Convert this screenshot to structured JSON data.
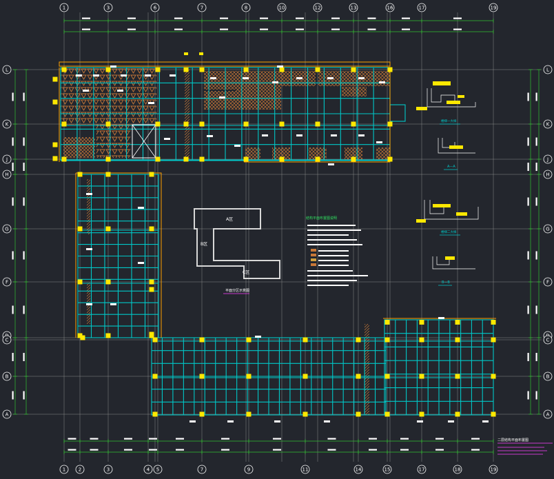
{
  "canvas": {
    "background": "#23262d"
  },
  "colors": {
    "grid": "#8a8a8a",
    "dim": "#30c030",
    "beam": "#00c8c8",
    "column": "#ffe800",
    "outline": "#ffa000",
    "hatch": "#c87838",
    "text": "#ffffff",
    "magenta": "#ff40ff",
    "keyplan": "#d8d8d8"
  },
  "axes": {
    "top": [
      "1",
      "3",
      "6",
      "7",
      "8",
      "10",
      "12",
      "13",
      "16",
      "17",
      "19"
    ],
    "bottom": [
      "1",
      "2",
      "3",
      "4",
      "5",
      "7",
      "9",
      "11",
      "14",
      "15",
      "17",
      "18",
      "19"
    ],
    "left": [
      "L",
      "K",
      "J",
      "H",
      "G",
      "F",
      "D",
      "C",
      "B",
      "A"
    ],
    "right": [
      "L",
      "K",
      "J",
      "H",
      "G",
      "F",
      "D",
      "C",
      "B",
      "A"
    ]
  },
  "key_plan": {
    "zones": [
      "A区",
      "B区",
      "C区"
    ],
    "caption": "平面分区示意图"
  },
  "notes": {
    "title": "结构平面布置图说明"
  },
  "sections": [
    {
      "label": "楼梯一大样"
    },
    {
      "label": "A—A"
    },
    {
      "label": "楼梯二大样"
    },
    {
      "label": "B—B"
    }
  ],
  "title_block": {
    "title": "二层结构平面布置图"
  }
}
